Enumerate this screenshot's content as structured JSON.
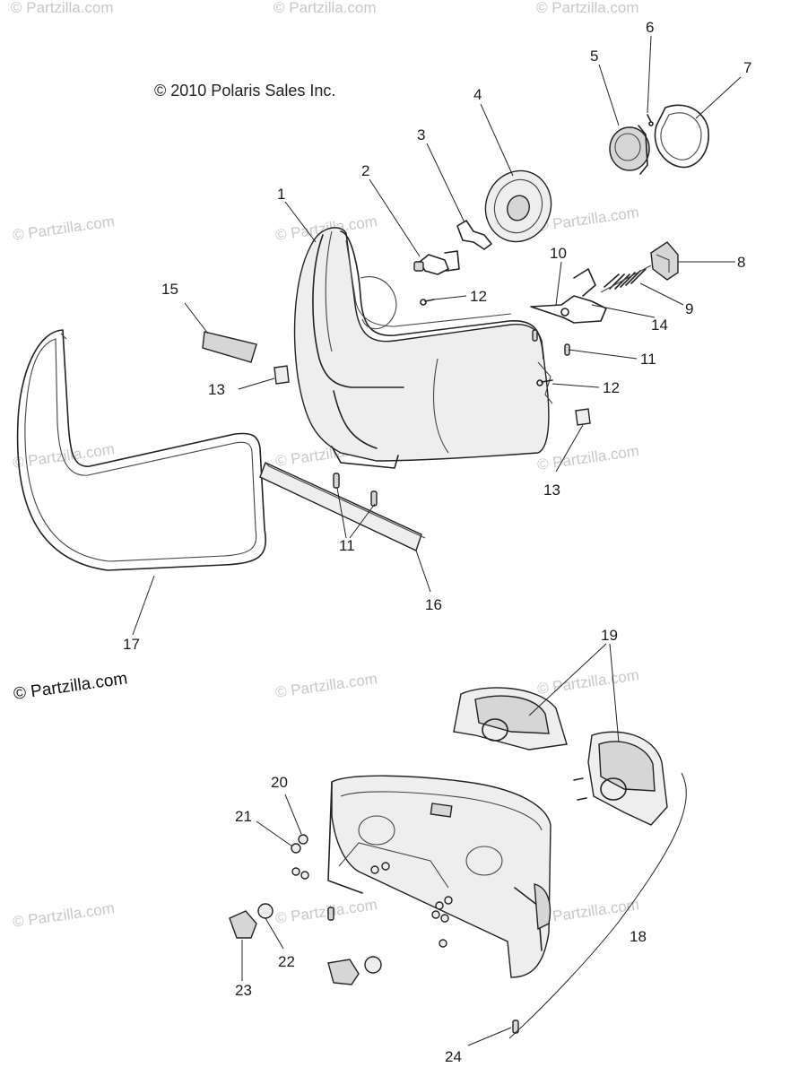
{
  "copyright": "© 2010 Polaris Sales Inc.",
  "site_mark": "© Partzilla.com",
  "watermark_text": "© Partzilla.com",
  "callouts": [
    "1",
    "2",
    "3",
    "4",
    "5",
    "6",
    "7",
    "8",
    "9",
    "10",
    "11",
    "12",
    "13",
    "14",
    "15",
    "16",
    "17",
    "18",
    "19",
    "20",
    "21",
    "22",
    "23",
    "24"
  ],
  "callout_repeats": {
    "c11b": "11",
    "c12b": "12",
    "c13b": "13"
  },
  "colors": {
    "line": "#222222",
    "watermark": "#c8c8c8",
    "shade": "#d6d6d6"
  }
}
